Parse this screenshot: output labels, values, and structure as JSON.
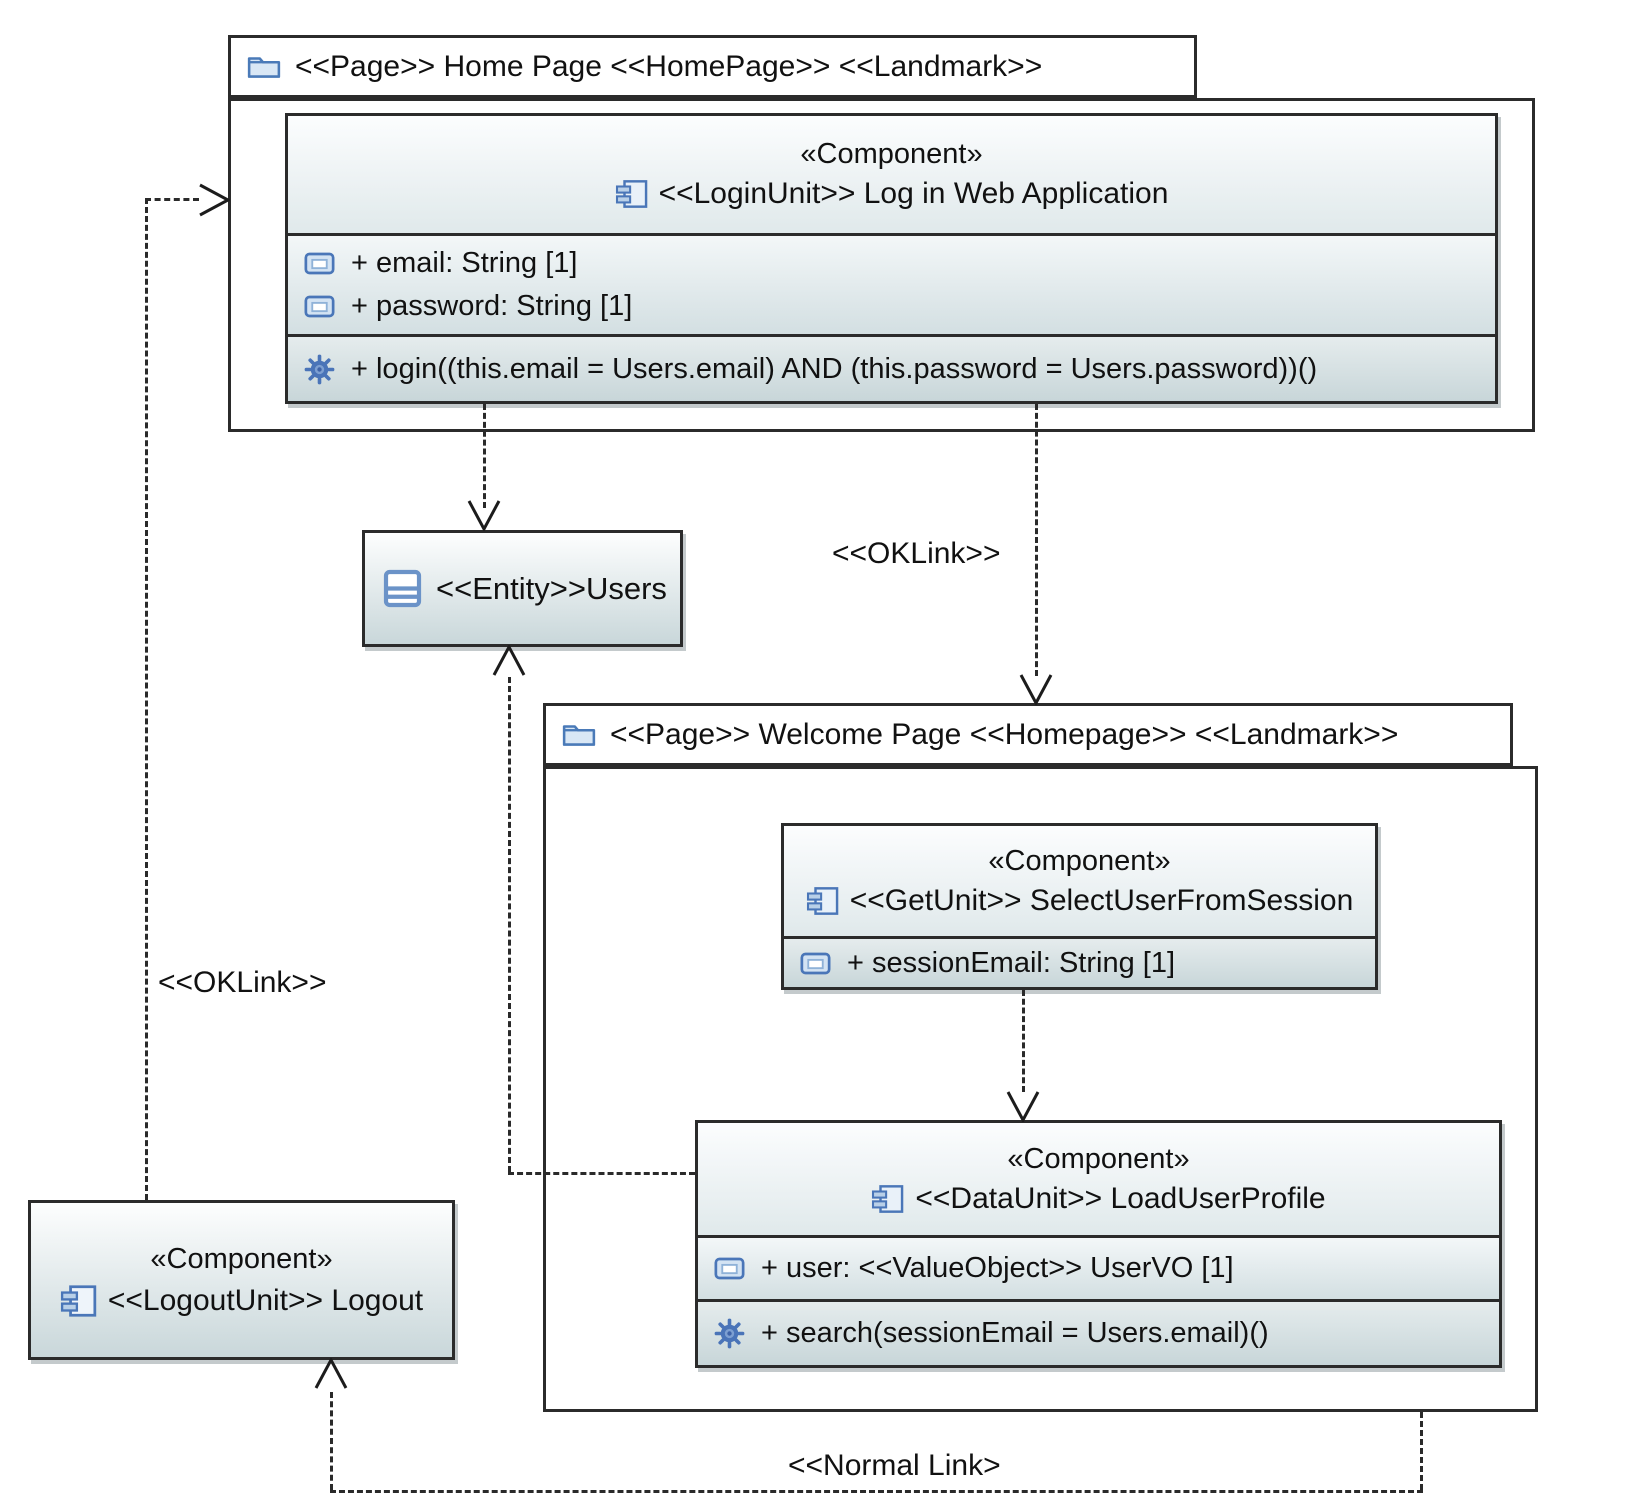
{
  "pages": {
    "home": {
      "title": "<<Page>> Home Page <<HomePage>> <<Landmark>>"
    },
    "welcome": {
      "title": "<<Page>> Welcome Page <<Homepage>> <<Landmark>>"
    }
  },
  "components": {
    "login": {
      "stereotype": "«Component»",
      "name": "<<LoginUnit>> Log in Web Application",
      "attributes": [
        "+ email: String [1]",
        "+ password: String [1]"
      ],
      "operations": [
        "+ login((this.email = Users.email) AND (this.password = Users.password))()"
      ]
    },
    "get_unit": {
      "stereotype": "«Component»",
      "name": "<<GetUnit>> SelectUserFromSession",
      "attributes": [
        "+ sessionEmail: String [1]"
      ]
    },
    "data_unit": {
      "stereotype": "«Component»",
      "name": "<<DataUnit>> LoadUserProfile",
      "attributes": [
        "+ user: <<ValueObject>> UserVO [1]"
      ],
      "operations": [
        "+ search(sessionEmail = Users.email)()"
      ]
    },
    "logout": {
      "stereotype": "«Component»",
      "name": "<<LogoutUnit>> Logout"
    }
  },
  "entities": {
    "users": {
      "label": "<<Entity>>Users"
    }
  },
  "links": {
    "oklink_login_welcome": "<<OKLink>>",
    "oklink_logout_home": "<<OKLink>>",
    "normal_link": "<<Normal Link>"
  },
  "colors": {
    "border": "#2b2b2b",
    "icon_blue": "#4a76b8",
    "box_top": "#fdfefe",
    "box_bottom": "#c9d7da"
  }
}
